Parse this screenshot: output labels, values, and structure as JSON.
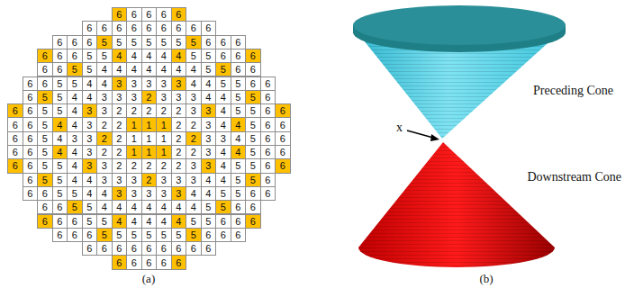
{
  "diagram": {
    "labels": [
      "6",
      "6",
      "6",
      "6",
      "6",
      "6",
      "6",
      "6",
      "6",
      "6",
      "6",
      "6",
      "6",
      "6",
      "6",
      "6",
      "6",
      "5",
      "5",
      "5",
      "5",
      "5",
      "5",
      "5",
      "6",
      "6",
      "6",
      "6",
      "6",
      "6",
      "5",
      "5",
      "4",
      "4",
      "4",
      "4",
      "4",
      "5",
      "5",
      "6",
      "6",
      "6",
      "6",
      "6",
      "5",
      "5",
      "4",
      "4",
      "4",
      "4",
      "4",
      "4",
      "4",
      "5",
      "5",
      "6",
      "6",
      "6",
      "6",
      "5",
      "5",
      "4",
      "4",
      "3",
      "3",
      "3",
      "3",
      "3",
      "4",
      "4",
      "5",
      "5",
      "6",
      "6",
      "6",
      "5",
      "5",
      "4",
      "4",
      "3",
      "3",
      "3",
      "2",
      "3",
      "3",
      "3",
      "4",
      "4",
      "5",
      "5",
      "6",
      "6",
      "6",
      "5",
      "5",
      "4",
      "3",
      "3",
      "2",
      "2",
      "2",
      "2",
      "2",
      "3",
      "3",
      "4",
      "5",
      "5",
      "6",
      "6",
      "6",
      "6",
      "5",
      "4",
      "4",
      "3",
      "2",
      "2",
      "1",
      "1",
      "1",
      "2",
      "2",
      "3",
      "4",
      "4",
      "5",
      "6",
      "6",
      "6",
      "6",
      "5",
      "4",
      "3",
      "3",
      "2",
      "2",
      "1",
      "1",
      "1",
      "2",
      "2",
      "3",
      "3",
      "4",
      "5",
      "6",
      "6",
      "6",
      "6",
      "5",
      "4",
      "4",
      "3",
      "2",
      "2",
      "1",
      "1",
      "1",
      "2",
      "2",
      "3",
      "4",
      "4",
      "5",
      "6",
      "6",
      "6",
      "6",
      "5",
      "5",
      "4",
      "3",
      "3",
      "2",
      "2",
      "2",
      "2",
      "2",
      "3",
      "3",
      "4",
      "5",
      "5",
      "6",
      "6",
      "6",
      "5",
      "5",
      "4",
      "4",
      "3",
      "3",
      "3",
      "2",
      "3",
      "3",
      "3",
      "4",
      "4",
      "5",
      "5",
      "6",
      "6",
      "6",
      "5",
      "5",
      "4",
      "4",
      "3",
      "3",
      "3",
      "3",
      "3",
      "4",
      "4",
      "5",
      "5",
      "6",
      "6",
      "6",
      "6",
      "5",
      "5",
      "4",
      "4",
      "4",
      "4",
      "4",
      "4",
      "4",
      "5",
      "5",
      "6",
      "6",
      "6",
      "6",
      "6",
      "5",
      "5",
      "4",
      "4",
      "4",
      "4",
      "4",
      "5",
      "5",
      "6",
      "6",
      "6",
      "6",
      "6",
      "6",
      "5",
      "5",
      "5",
      "5",
      "5",
      "5",
      "5",
      "6",
      "6",
      "6",
      "6",
      "6",
      "6",
      "6",
      "6",
      "6",
      "6",
      "6",
      "6",
      "6",
      "6",
      "6",
      "6",
      "6",
      "Preceding Cone",
      "Downstream Cone",
      "x",
      "(a)",
      "(b)"
    ]
  }
}
